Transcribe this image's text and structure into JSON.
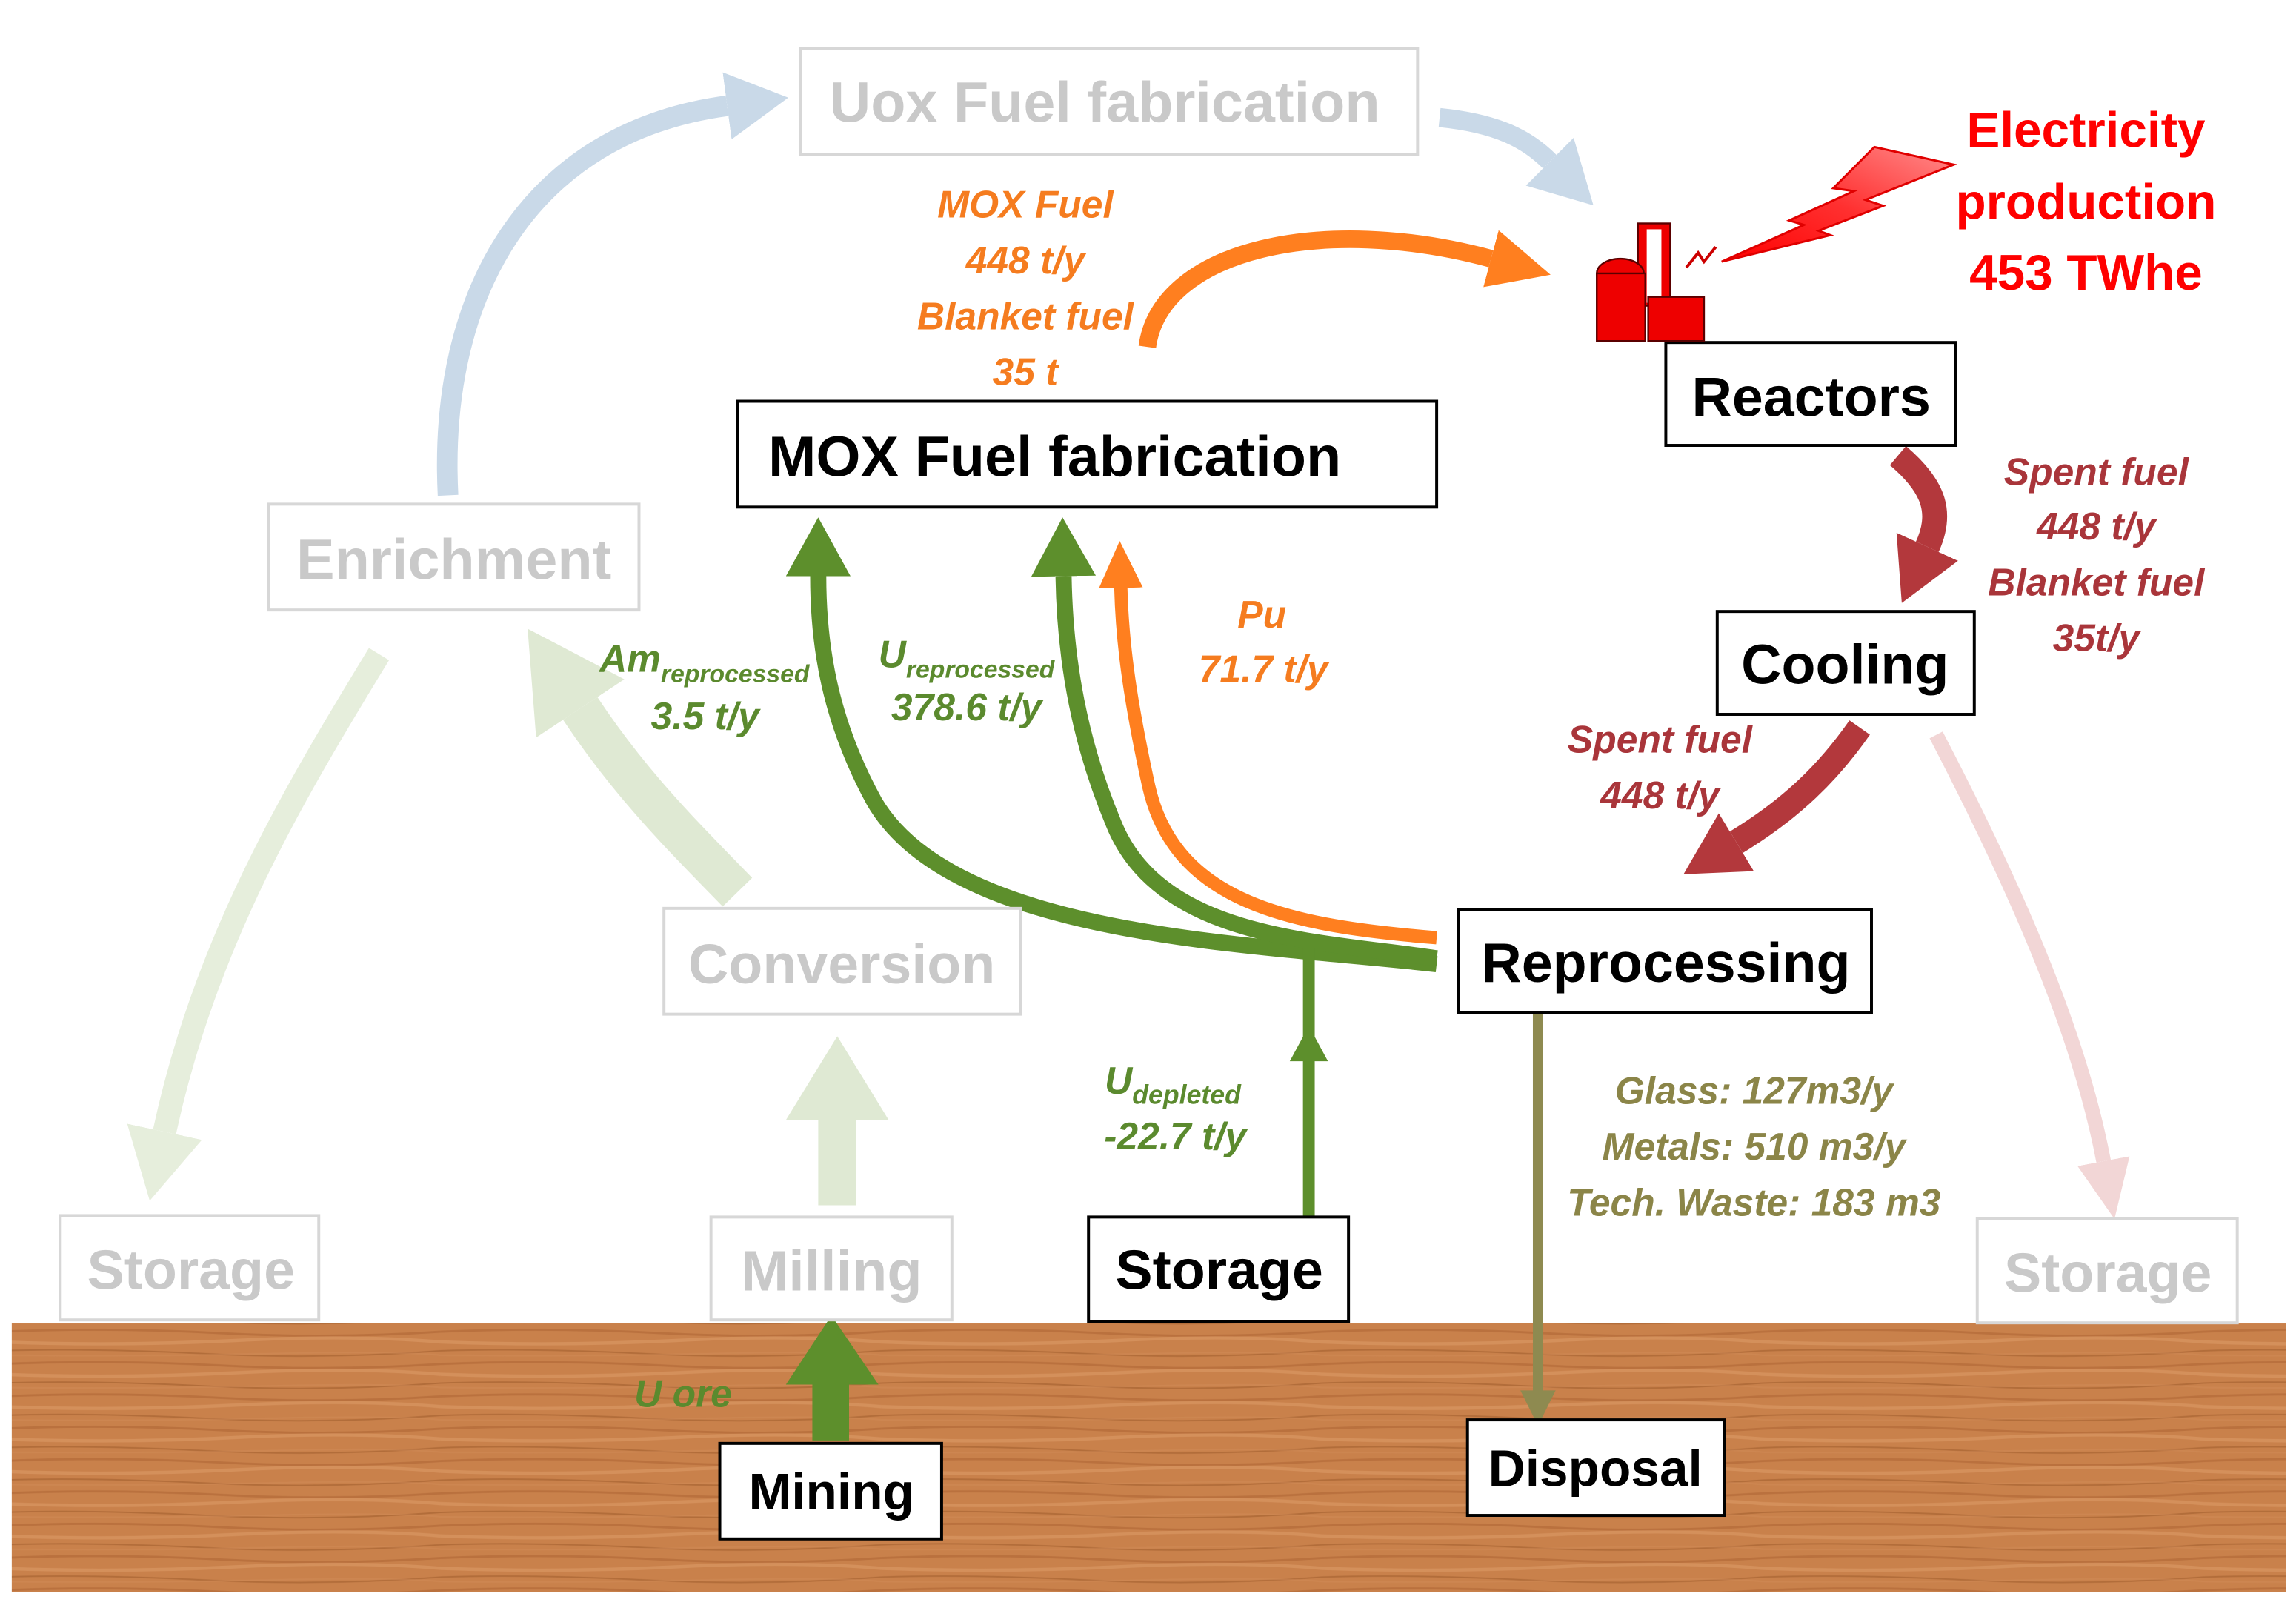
{
  "nodes": {
    "uox_fuel_fabrication": "Uox Fuel fabrication",
    "enrichment": "Enrichment",
    "conversion": "Conversion",
    "milling": "Milling",
    "storage_left": "Storage",
    "storage_right": "Storage",
    "mox_fuel_fabrication": "MOX Fuel fabrication",
    "reactors": "Reactors",
    "cooling": "Cooling",
    "reprocessing": "Reprocessing",
    "storage_depleted": "Storage",
    "disposal": "Disposal",
    "mining": "Mining"
  },
  "flows": {
    "mox_to_reactors": [
      "MOX Fuel",
      "448 t/y",
      "Blanket fuel",
      "35 t"
    ],
    "electricity": [
      "Electricity",
      "production",
      "453 TWhe"
    ],
    "reactors_to_cooling": [
      "Spent fuel",
      "448 t/y",
      "Blanket fuel",
      "35t/y"
    ],
    "cooling_to_reprocessing": [
      "Spent fuel",
      "448 t/y"
    ],
    "pu": [
      "Pu",
      "71.7 t/y"
    ],
    "am": {
      "symbol": "Am",
      "subscript": "reprocessed",
      "value": "3.5 t/y"
    },
    "u_reprocessed": {
      "symbol": "U",
      "subscript": "reprocessed",
      "value": "378.6 t/y"
    },
    "u_depleted": {
      "symbol": "U",
      "subscript": "depleted",
      "value": "-22.7 t/y"
    },
    "waste": [
      "Glass: 127m3/y",
      "Metals: 510 m3/y",
      "Tech. Waste: 183 m3"
    ],
    "u_ore": "U ore"
  },
  "icons": {
    "power_plant": "power-plant-icon",
    "lightning": "lightning-bolt-icon"
  },
  "colors": {
    "mox_flow": "#ff7f1f",
    "electricity": "#ff0000",
    "spent_fuel_flow": "#b3383c",
    "uranium_flow": "#5d8f2c",
    "waste_flow": "#8e8a50",
    "faded_node": "#c9c9c9",
    "ground": "#c9814b"
  }
}
